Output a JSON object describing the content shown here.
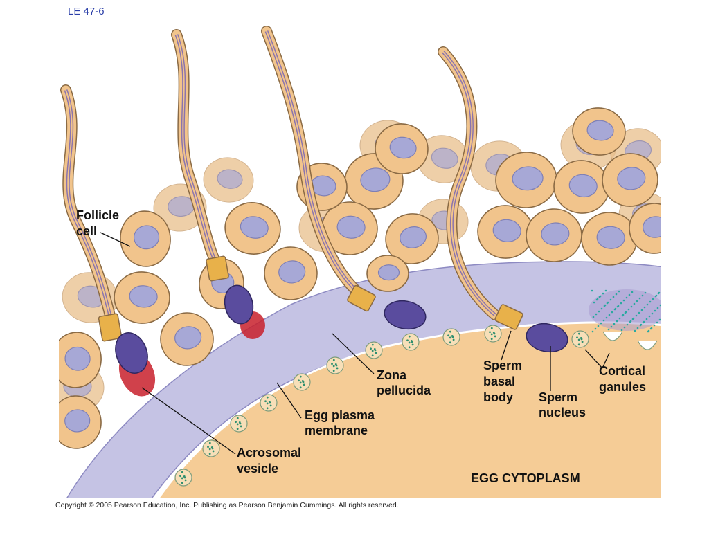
{
  "figure_id": "LE 47-6",
  "labels": {
    "follicle_cell_1": "Follicle",
    "follicle_cell_2": "cell",
    "zona_1": "Zona",
    "zona_2": "pellucida",
    "egg_membrane_1": "Egg plasma",
    "egg_membrane_2": "membrane",
    "acrosomal_1": "Acrosomal",
    "acrosomal_2": "vesicle",
    "basal_1": "Sperm",
    "basal_2": "basal",
    "basal_3": "body",
    "nucleus_1": "Sperm",
    "nucleus_2": "nucleus",
    "cortical_1": "Cortical",
    "cortical_2": "ganules",
    "cytoplasm": "EGG CYTOPLASM"
  },
  "copyright": "Copyright © 2005 Pearson Education, Inc. Publishing as Pearson Benjamin Cummings. All rights reserved.",
  "colors": {
    "follicle": "#f1c48c",
    "follicle_outline": "#8a6a44",
    "follicle_nucleus": "#a7a8d6",
    "zona": "#c5c3e4",
    "egg_cytoplasm": "#f5cc96",
    "sperm_nucleus": "#5a4c9e",
    "acrosome": "#c8202b",
    "tail_stripe": "#7f6bb0"
  }
}
